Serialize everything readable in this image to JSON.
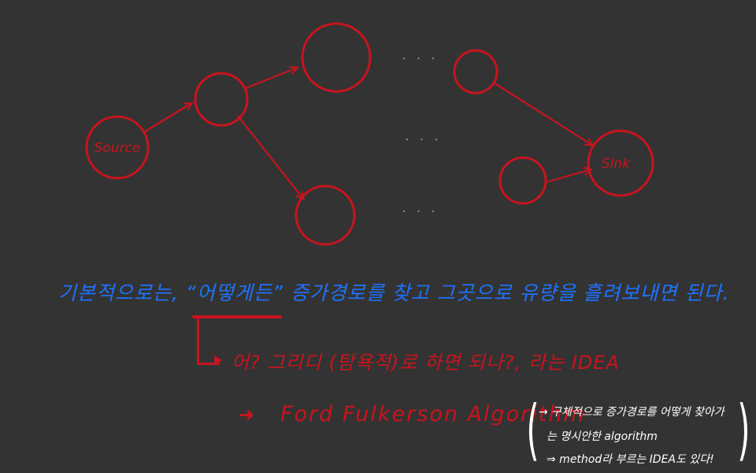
{
  "diagram": {
    "nodes": {
      "source": "Source",
      "sink": "Sink"
    },
    "ellipsis": "· · ·"
  },
  "notes": {
    "line_blue": "기본적으로는, “어떻게든” 증가경로를 찾고 그곳으로 유량을 흘려보내면 된다.",
    "line_red": "어? 그리디 (탐욕적)로 하면 되나?, 라는 IDEA",
    "arrow_glyph": "➜",
    "algorithm": "Ford Fulkerson Algorithm",
    "explain_1": "→ 구체적으로 증가경로를 어떻게 찾아가",
    "explain_2": "는 명시안한 algorithm",
    "explain_3": "⇒ method라 부르는 IDEA도 있다!"
  },
  "colors": {
    "background": "#333333",
    "diagram_red": "#c8141e",
    "note_blue": "#1e73ff",
    "note_white": "#ffffff"
  }
}
